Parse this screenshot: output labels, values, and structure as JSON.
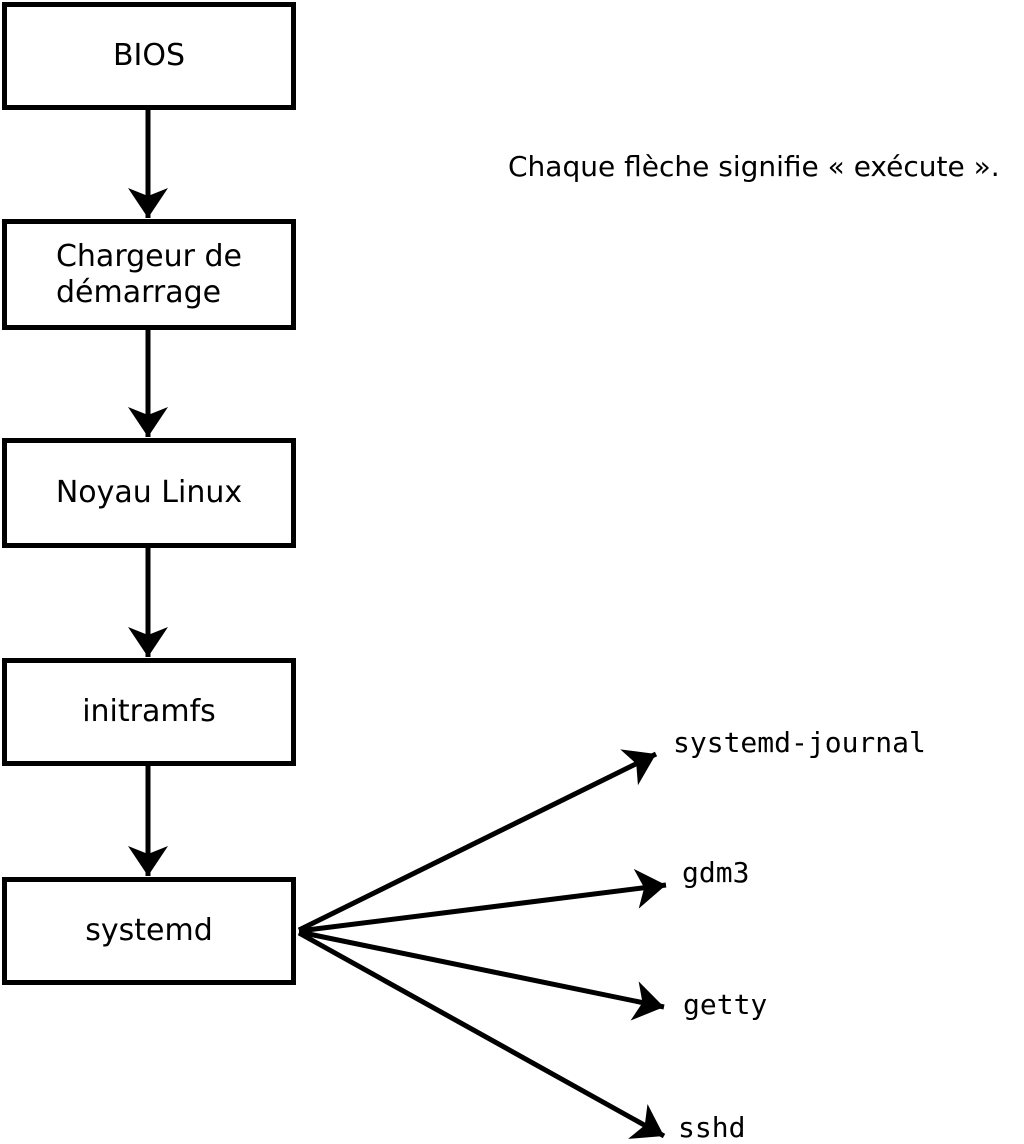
{
  "diagram": {
    "annotation": "Chaque flèche signifie « exécute ».",
    "nodes": [
      {
        "id": "bios",
        "lines": [
          "BIOS"
        ]
      },
      {
        "id": "bootloader",
        "lines": [
          "Chargeur de",
          "démarrage"
        ]
      },
      {
        "id": "kernel",
        "lines": [
          "Noyau Linux"
        ]
      },
      {
        "id": "initramfs",
        "lines": [
          "initramfs"
        ]
      },
      {
        "id": "systemd",
        "lines": [
          "systemd"
        ]
      }
    ],
    "spawned_processes": [
      {
        "id": "systemd-journal",
        "label": "systemd-journal"
      },
      {
        "id": "gdm3",
        "label": "gdm3"
      },
      {
        "id": "getty",
        "label": "getty"
      },
      {
        "id": "sshd",
        "label": "sshd"
      }
    ],
    "edges": [
      {
        "from": "bios",
        "to": "bootloader",
        "meaning": "exécute"
      },
      {
        "from": "bootloader",
        "to": "kernel",
        "meaning": "exécute"
      },
      {
        "from": "kernel",
        "to": "initramfs",
        "meaning": "exécute"
      },
      {
        "from": "initramfs",
        "to": "systemd",
        "meaning": "exécute"
      },
      {
        "from": "systemd",
        "to": "systemd-journal",
        "meaning": "exécute"
      },
      {
        "from": "systemd",
        "to": "gdm3",
        "meaning": "exécute"
      },
      {
        "from": "systemd",
        "to": "getty",
        "meaning": "exécute"
      },
      {
        "from": "systemd",
        "to": "sshd",
        "meaning": "exécute"
      }
    ],
    "colors": {
      "stroke": "#000000",
      "fill": "#ffffff",
      "text": "#000000",
      "background": "#ffffff"
    }
  }
}
